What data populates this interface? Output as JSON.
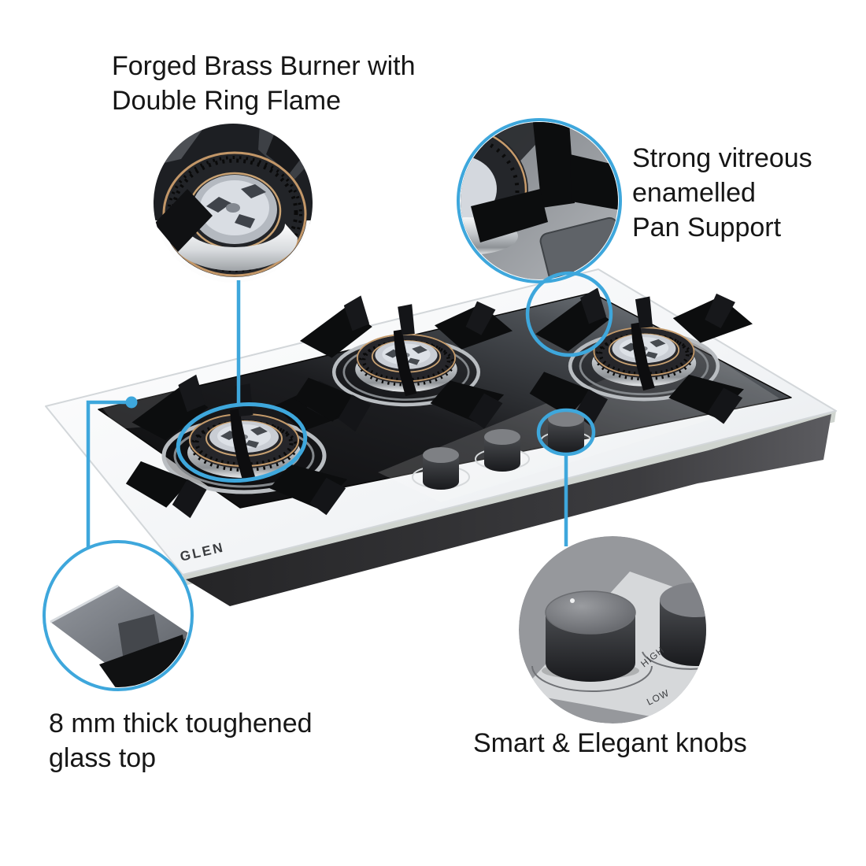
{
  "colors": {
    "accent": "#3EA7DC"
  },
  "product": {
    "brand": "GLEN"
  },
  "annotations": {
    "burner": {
      "lines": [
        "Forged Brass Burner with",
        "Double Ring Flame"
      ]
    },
    "pan_support": {
      "lines": [
        "Strong vitreous",
        "enamelled",
        "Pan Support"
      ]
    },
    "glass": {
      "lines": [
        "8 mm thick toughened",
        "glass top"
      ]
    },
    "knobs": {
      "lines": [
        "Smart & Elegant knobs"
      ]
    }
  },
  "knob_markings": {
    "high": "HIGH",
    "low": "LOW"
  }
}
